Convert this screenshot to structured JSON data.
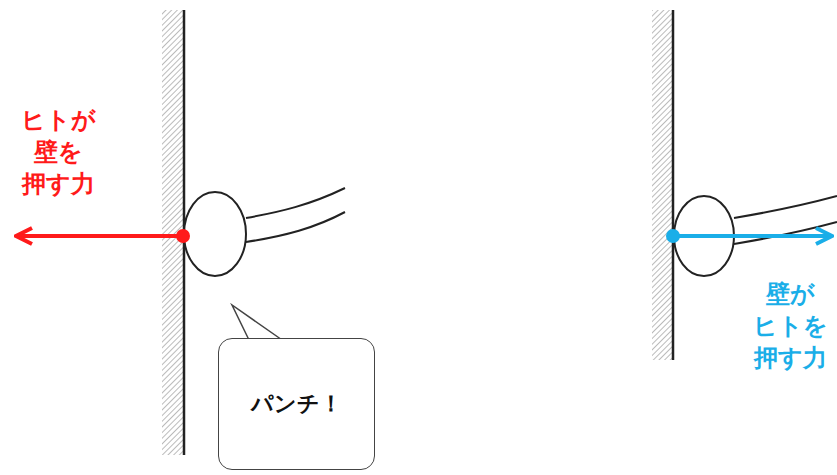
{
  "diagram": {
    "nodes": [
      {
        "text": [
          "パンチ！"
        ]
      }
    ],
    "labels": [
      "ヒトが 壁を 押す力",
      "壁が ヒトを 押す力"
    ]
  }
}
